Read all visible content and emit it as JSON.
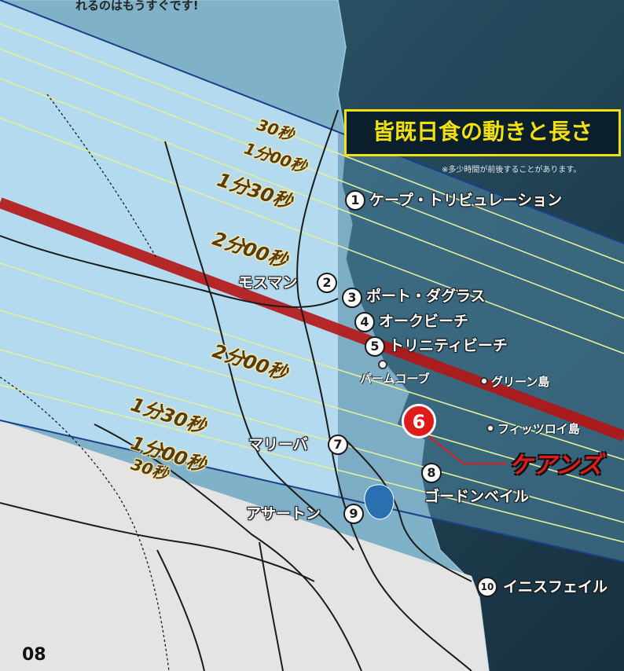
{
  "intro_text": "れるのはもうすぐです!",
  "title": "皆既日食の動きと長さ",
  "note": "※多少時間が前後することがあります。",
  "colors": {
    "sea": "#3d6e86",
    "land": "#a9d3ea",
    "path_center": "#c41a1a",
    "path_edge": "#1c3f8a",
    "duration_line": "#e3ee9c",
    "title_accent": "#f2e010",
    "cairns_red": "#e01b1b"
  },
  "locations": [
    {
      "num": "1",
      "name": "ケープ・トリビュレーション"
    },
    {
      "num": "2",
      "name": "モスマン"
    },
    {
      "num": "3",
      "name": "ポート・ダグラス"
    },
    {
      "num": "4",
      "name": "オークビーチ"
    },
    {
      "num": "5",
      "name": "トリニティビーチ"
    },
    {
      "num": "6",
      "name": "ケアンズ"
    },
    {
      "num": "7",
      "name": "マリーバ"
    },
    {
      "num": "8",
      "name": "ゴードンベイル"
    },
    {
      "num": "9",
      "name": "アサートン"
    },
    {
      "num": "10",
      "name": "イニスフェイル"
    }
  ],
  "other_places": {
    "palm_cove": "パームコーブ",
    "green_island": "グリーン島",
    "fitzroy_island": "フィッツロイ島"
  },
  "durations_upper": [
    "30秒",
    "1分00秒",
    "1分30秒",
    "2分00秒"
  ],
  "durations_lower": [
    "2分00秒",
    "1分30秒",
    "1分00秒",
    "30秒"
  ],
  "page_number": "08"
}
